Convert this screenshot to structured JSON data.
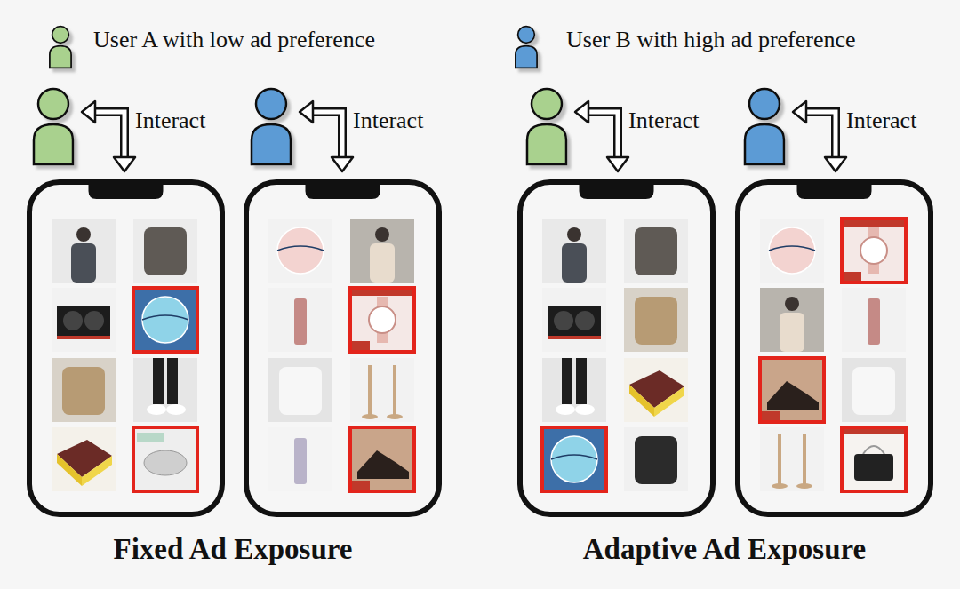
{
  "diagram": {
    "labels": [
      "Interact",
      "Interact",
      "Interact",
      "Interact",
      "Fixed Ad Exposure",
      "Adaptive Ad Exposure"
    ],
    "legend": [
      {
        "text": "User A with low ad preference"
      },
      {
        "text": "User B with high ad preference"
      }
    ]
  }
}
